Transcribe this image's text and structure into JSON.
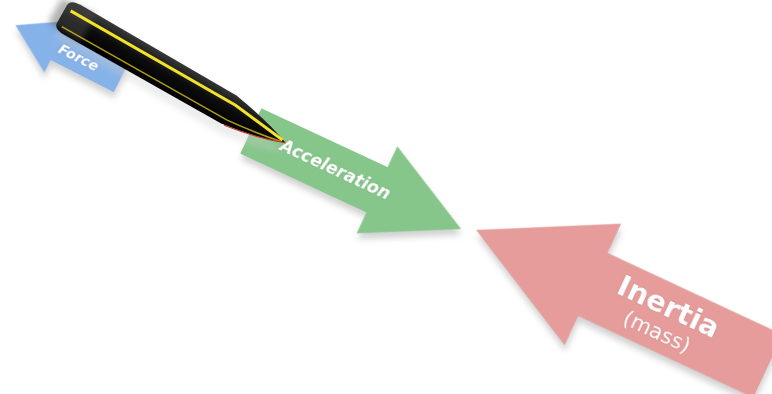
{
  "diagram": {
    "nodes": [
      {
        "text": [
          "Force"
        ]
      },
      {
        "text": [
          "Acceleration"
        ]
      },
      {
        "text": [
          "Inertia",
          "(mass)"
        ]
      }
    ]
  }
}
